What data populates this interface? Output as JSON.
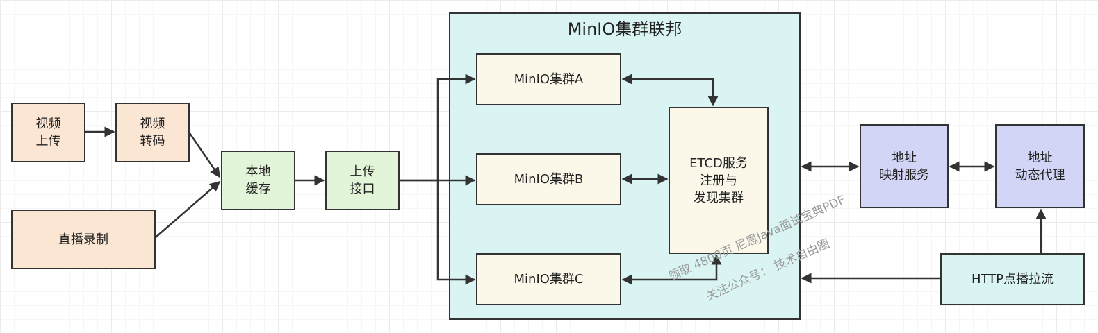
{
  "group": {
    "title": "MinIO集群联邦"
  },
  "nodes": {
    "video_upload": "视频\n上传",
    "video_transcode": "视频\n转码",
    "live_record": "直播录制",
    "local_cache": "本地\n缓存",
    "upload_api": "上传\n接口",
    "cluster_a": "MinIO集群A",
    "cluster_b": "MinIO集群B",
    "cluster_c": "MinIO集群C",
    "etcd": "ETCD服务\n注册与\n发现集群",
    "addr_mapping": "地址\n映射服务",
    "addr_proxy": "地址\n动态代理",
    "http_pull": "HTTP点播拉流"
  },
  "watermark": {
    "line1": "领取 4800页 尼恩Java面试宝典PDF",
    "line2": "关注公众号： 技术自由圈"
  },
  "colors": {
    "peach": "#fbe6d3",
    "green": "#e2f5d8",
    "cream": "#fbf8ea",
    "lavender": "#d3d5f6",
    "cyan": "#daf4f4",
    "stroke": "#333333"
  }
}
